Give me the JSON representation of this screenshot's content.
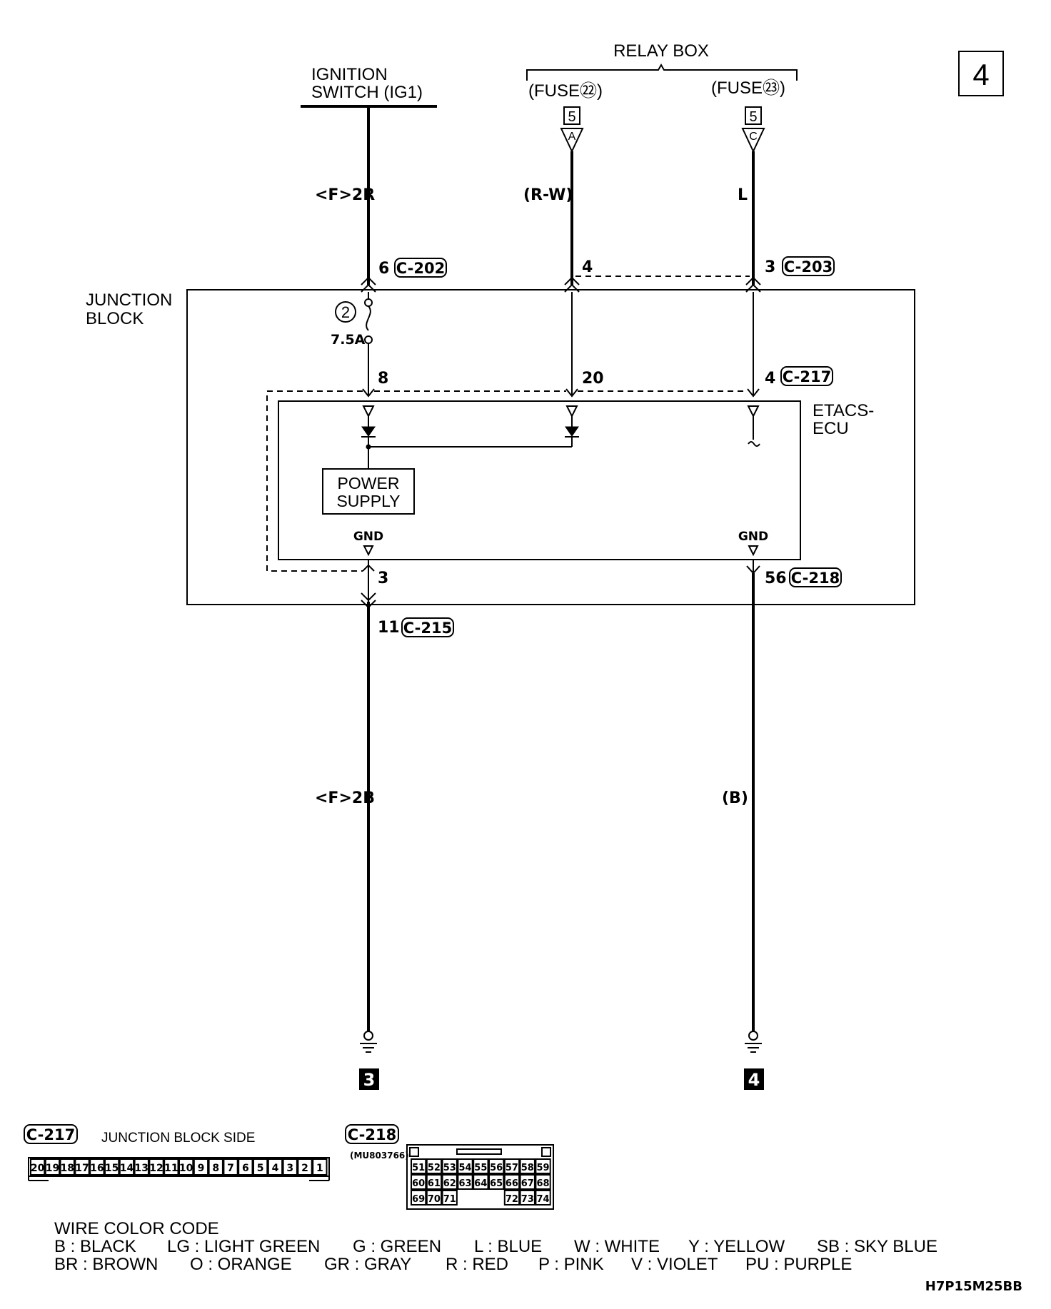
{
  "page_number": "4",
  "ignition": {
    "line1": "IGNITION",
    "line2": "SWITCH (IG1)"
  },
  "relay_box": {
    "title": "RELAY BOX",
    "fuse22": "(FUSE㉒)",
    "fuse23": "(FUSE㉓)"
  },
  "terminals": {
    "a_num": "5",
    "a_letter": "A",
    "c_num": "5",
    "c_letter": "C"
  },
  "wires": {
    "ig1": "<F>2R",
    "fuse22": "(R-W)",
    "fuse23": "L",
    "ground1": "<F>2B",
    "ground2": "(B)"
  },
  "pins": {
    "p6": "6",
    "p4_top": "4",
    "p3_top": "3",
    "p8": "8",
    "p20": "20",
    "p4_mid": "4",
    "p3_bot": "3",
    "p56": "56",
    "p11": "11"
  },
  "connectors": {
    "c202": "C-202",
    "c203": "C-203",
    "c217": "C-217",
    "c218": "C-218",
    "c215": "C-215"
  },
  "junction_block": {
    "line1": "JUNCTION",
    "line2": "BLOCK"
  },
  "fuse": {
    "number": "2",
    "rating": "7.5A"
  },
  "etacs": {
    "line1": "ETACS-",
    "line2": "ECU"
  },
  "power_supply": {
    "line1": "POWER",
    "line2": "SUPPLY"
  },
  "gnd_label": "GND",
  "grounds": {
    "g3": "3",
    "g4": "4"
  },
  "c217_detail": {
    "connector": "C-217",
    "side_label": "JUNCTION BLOCK SIDE",
    "pins": [
      "20",
      "19",
      "18",
      "17",
      "16",
      "15",
      "14",
      "13",
      "12",
      "11",
      "10",
      "9",
      "8",
      "7",
      "6",
      "5",
      "4",
      "3",
      "2",
      "1"
    ]
  },
  "c218_detail": {
    "connector": "C-218",
    "part_number": "(MU803766)",
    "rows": [
      [
        "51",
        "52",
        "53",
        "54",
        "55",
        "56",
        "57",
        "58",
        "59"
      ],
      [
        "60",
        "61",
        "62",
        "63",
        "64",
        "65",
        "66",
        "67",
        "68"
      ],
      [
        "69",
        "70",
        "71",
        "",
        "",
        "",
        "72",
        "73",
        "74"
      ]
    ]
  },
  "legend": {
    "title": "WIRE COLOR CODE",
    "row1": [
      "B : BLACK",
      "LG : LIGHT GREEN",
      "G : GREEN",
      "L : BLUE",
      "W : WHITE",
      "Y : YELLOW",
      "SB : SKY BLUE"
    ],
    "row2": [
      "BR : BROWN",
      "O : ORANGE",
      "GR : GRAY",
      "R : RED",
      "P : PINK",
      "V : VIOLET",
      "PU : PURPLE"
    ]
  },
  "figure_code": "H7P15M25BB"
}
